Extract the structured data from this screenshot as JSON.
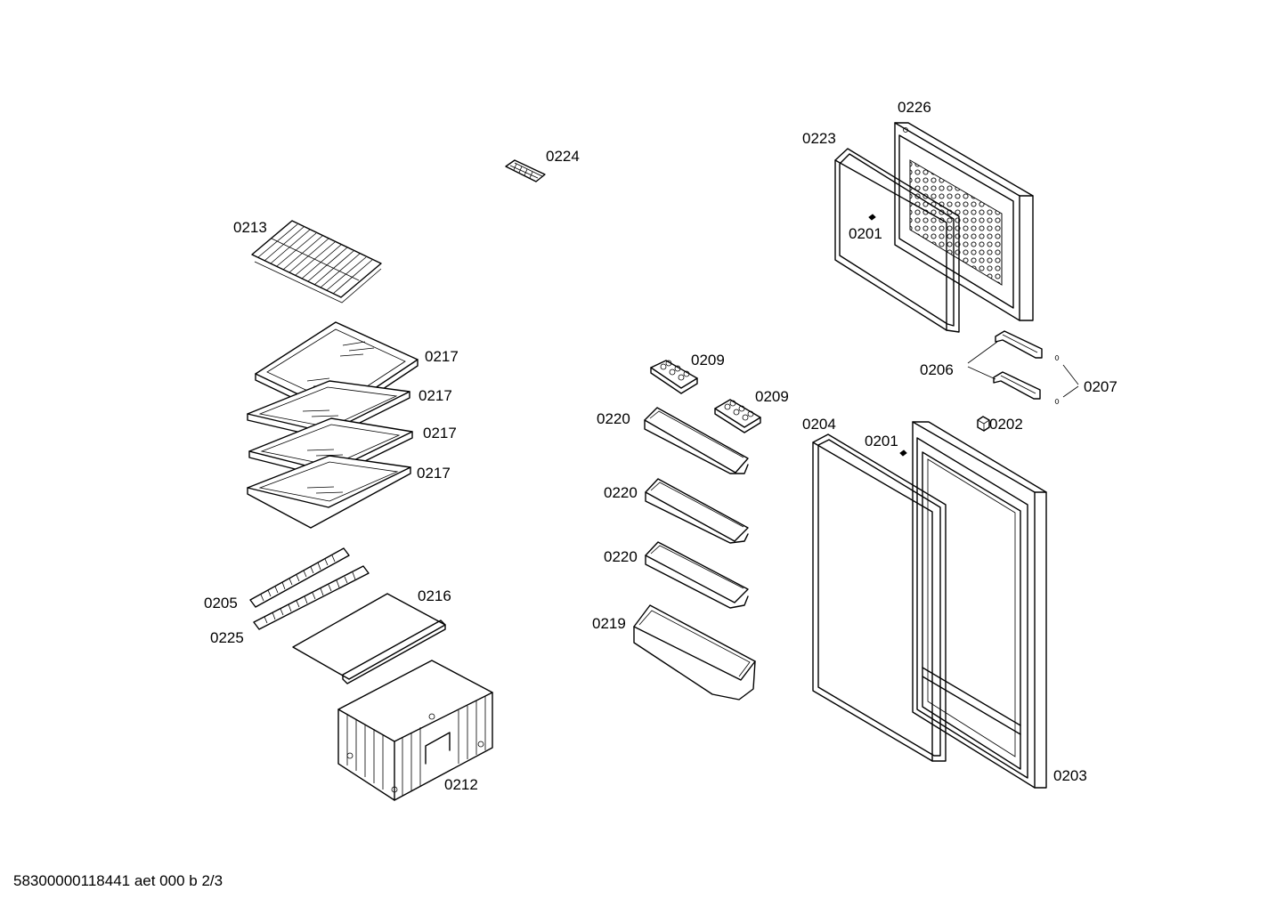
{
  "labels": {
    "p0224": "0224",
    "p0213": "0213",
    "p0217_1": "0217",
    "p0217_2": "0217",
    "p0217_3": "0217",
    "p0217_4": "0217",
    "p0205": "0205",
    "p0225": "0225",
    "p0216": "0216",
    "p0212": "0212",
    "p0209_1": "0209",
    "p0209_2": "0209",
    "p0220_1": "0220",
    "p0220_2": "0220",
    "p0220_3": "0220",
    "p0219": "0219",
    "p0226": "0226",
    "p0223": "0223",
    "p0201_1": "0201",
    "p0206": "0206",
    "p0207": "0207",
    "p0202": "0202",
    "p0204": "0204",
    "p0201_2": "0201",
    "p0203": "0203"
  },
  "footer": "58300000118441 aet 000 b 2/3"
}
